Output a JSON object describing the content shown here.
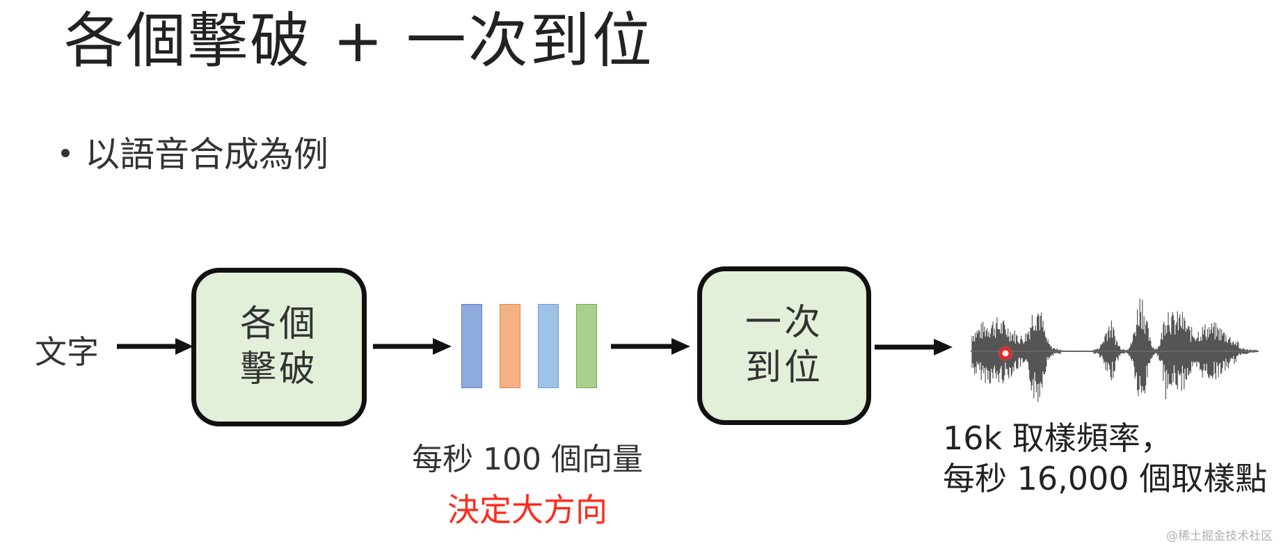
{
  "slide": {
    "title": "各個擊破 + 一次到位",
    "bullet": "以語音合成為例"
  },
  "diagram": {
    "input_label": "文字",
    "box1": {
      "line1": "各個",
      "line2": "擊破"
    },
    "box2": {
      "line1": "一次",
      "line2": "到位"
    },
    "vector_colors": [
      "#8faadc",
      "#f4b183",
      "#9dc3e6",
      "#a9d18e"
    ],
    "vectors_caption": "每秒 100 個向量",
    "vectors_note": "決定大方向",
    "output_caption_line1": "16k 取樣頻率，",
    "output_caption_line2": "每秒 16,000 個取樣點"
  },
  "colors": {
    "box_fill": "#e2efd9",
    "accent_red": "#ff2a1a"
  },
  "watermark": "@稀土掘金技术社区"
}
